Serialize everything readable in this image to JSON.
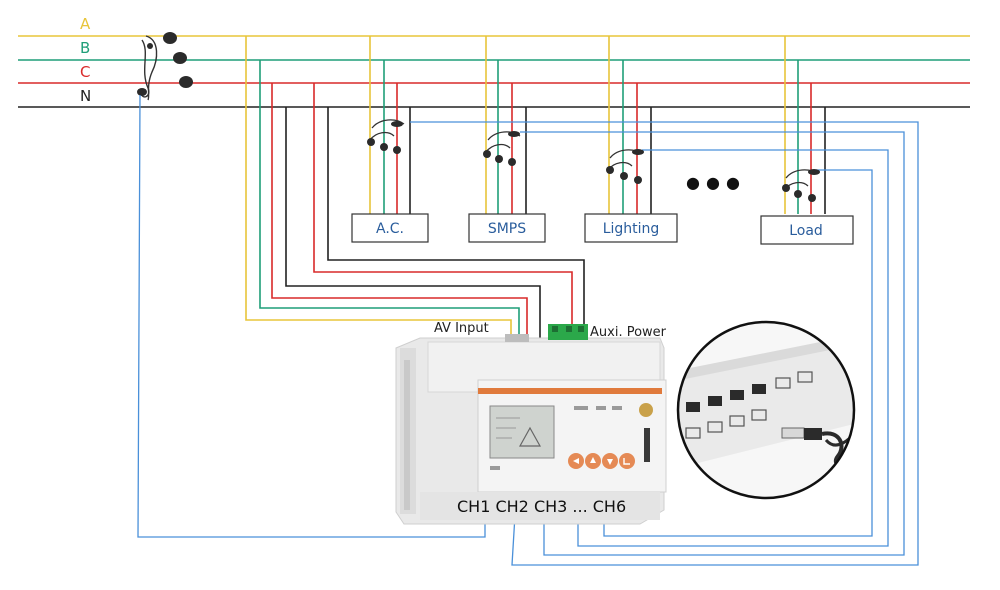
{
  "bus": {
    "phases": [
      {
        "name": "A",
        "color": "#e8c53a"
      },
      {
        "name": "B",
        "color": "#1f9e78"
      },
      {
        "name": "C",
        "color": "#d92a2a"
      },
      {
        "name": "N",
        "color": "#222222"
      }
    ]
  },
  "loads": [
    {
      "label": "A.C."
    },
    {
      "label": "SMPS"
    },
    {
      "label": "Lighting"
    },
    {
      "label": "Load"
    }
  ],
  "ellipsis": "●●●",
  "meter": {
    "av_input_label": "AV Input",
    "aux_power_label": "Auxi. Power",
    "channels_label": "CH1 CH2 CH3 ... CH6"
  },
  "colors": {
    "ct_wire": "#4a90d9",
    "box_text": "#2a5d9c"
  }
}
